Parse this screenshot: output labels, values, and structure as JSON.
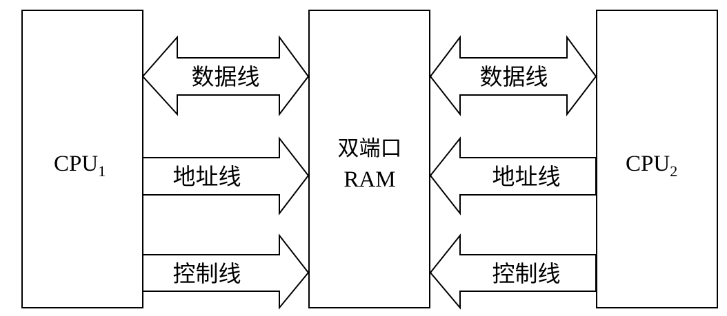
{
  "boxes": {
    "cpu1": {
      "name": "CPU",
      "subscript": "1"
    },
    "ram": {
      "line1": "双端口",
      "line2": "RAM"
    },
    "cpu2": {
      "name": "CPU",
      "subscript": "2"
    }
  },
  "buses": {
    "left": {
      "data": "数据线",
      "address": "地址线",
      "control": "控制线"
    },
    "right": {
      "data": "数据线",
      "address": "地址线",
      "control": "控制线"
    }
  }
}
